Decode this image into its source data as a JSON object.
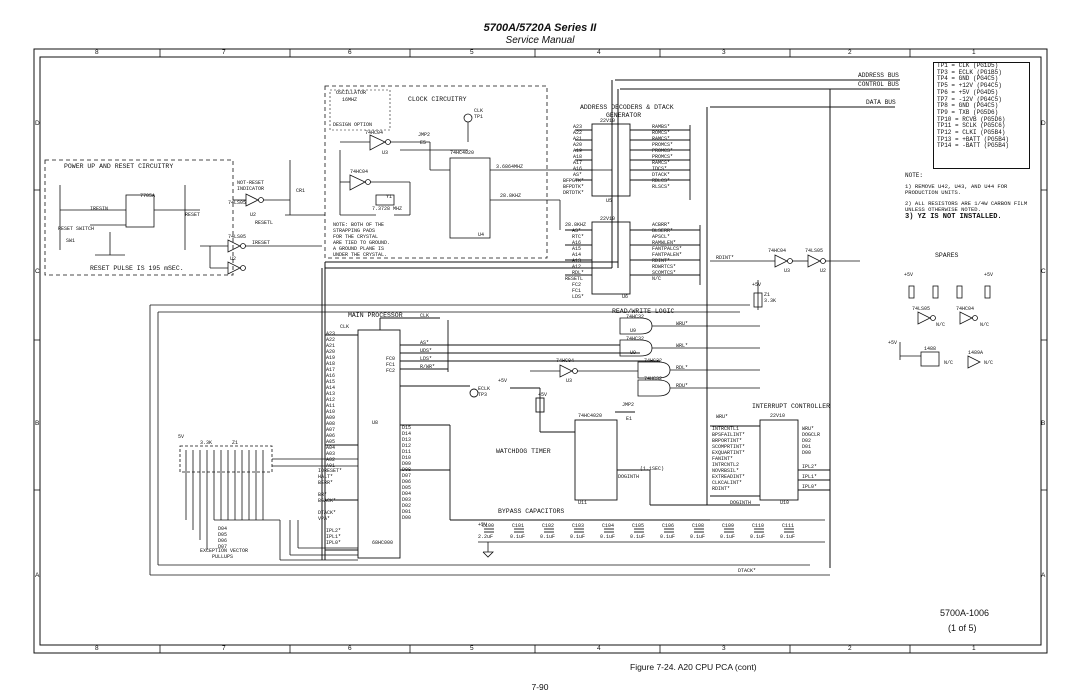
{
  "header": {
    "title": "5700A/5720A Series II",
    "subtitle": "Service Manual"
  },
  "footer": {
    "caption": "Figure 7-24. A20 CPU PCA (cont)",
    "page_number": "7-90",
    "doc_number": "5700A-1006",
    "sheet": "(1 of 5)"
  },
  "frame": {
    "top_columns": [
      "8",
      "7",
      "6",
      "5",
      "4",
      "3",
      "2",
      "1"
    ],
    "bottom_columns": [
      "8",
      "7",
      "6",
      "5",
      "4",
      "3",
      "2",
      "1"
    ],
    "left_rows": [
      "D",
      "C",
      "B",
      "A"
    ],
    "right_rows": [
      "D",
      "C",
      "B",
      "A"
    ]
  },
  "buses": {
    "address": "ADDRESS BUS",
    "control": "CONTROL BUS",
    "data": "DATA BUS"
  },
  "test_points": [
    "TP1 = CLK (PG1D5)",
    "TP3 = ECLK (PG1B5)",
    "TP4 = GND (PG4C5)",
    "TP5 = +12V (PG4C5)",
    "TP6 = +5V (PG4D5)",
    "TP7 = -12V (PG4C5)",
    "TP8 = GND (PG4C5)",
    "TP9 = TXB (PG5D6)",
    "TP10 = RCVB (PG5D6)",
    "TP11 = SCLK (PG5C6)",
    "TP12 = CLKI (PG5B4)",
    "TP13 = +BATT (PG5B4)",
    "TP14 = -BATT (PG5B4)"
  ],
  "notes": {
    "title": "NOTE:",
    "items": [
      "1) REMOVE U42, U43, AND U44 FOR PRODUCTION UNITS.",
      "2) ALL RESISTORS ARE 1/4W CARBON FILM UNLESS OTHERWISE NOTED.",
      "3) YZ IS NOT INSTALLED."
    ]
  },
  "blocks": {
    "power_up": "POWER UP AND RESET CIRCUITRY",
    "reset_pulse": "RESET PULSE IS 195 mSEC.",
    "oscillator": "OSCILLATOR",
    "osc_freq": "16MHZ",
    "design_option": "DESIGN OPTION",
    "clock": "CLOCK CIRCUITRY",
    "clock_note": [
      "NOTE: BOTH OF THE",
      "STRAPPING PADS",
      "FOR THE CRYSTAL",
      "ARE TIED TO GROUND.",
      "A GROUND PLANE IS",
      "UNDER THE CRYSTAL."
    ],
    "addr_decoders": "ADDRESS DECODERS & DTACK",
    "generator": "GENERATOR",
    "main_processor": "MAIN PROCESSOR",
    "rw_logic": "READ/WRITE LOGIC",
    "spares": "SPARES",
    "interrupt": "INTERRUPT CONTROLLER",
    "watchdog": "WATCHDOG TIMER",
    "bypass": "BYPASS CAPACITORS",
    "exception": [
      "EXCEPTION VECTOR",
      "PULLUPS"
    ],
    "watchdog_time": "(1.1SEC)"
  },
  "labels": {
    "reset_switch": "RESET SWITCH",
    "sw1": "SW1",
    "not_reset": [
      "NOT-RESET",
      "INDICATOR"
    ],
    "cr1": "CR1",
    "resetl": "RESETL",
    "reset": "RESET",
    "ireset": "IRESET",
    "iresin": "IRESIN",
    "crystal": "7.3728 MHZ",
    "y1": "Y1",
    "clk": "CLK",
    "tp1": "TP1",
    "eclk": "ECLK",
    "tp3": "TP3",
    "jmp2": "JMP2",
    "e5": "E5",
    "e1": "E1",
    "u6": "U6",
    "u5": "U5",
    "u4": "U4",
    "u8": "U8",
    "u10": "U10",
    "u11": "U11",
    "u2": "U2",
    "u3": "U3",
    "u9": "U9",
    "cpu": "68HC000",
    "ic_22v10": "22V10",
    "ic_74hc4020": "74HC4020",
    "ic_74hc04": "74HC04",
    "ic_74ls05": "74LS05",
    "ic_74hc32": "74HC32",
    "ic_7705a": "7705A",
    "ic_1488": "1488",
    "ic_1489a": "1489A",
    "freq_out": "3.6864MHZ",
    "freq_out2": "28.8KHZ",
    "nc": "N/C",
    "plus5": "+5V",
    "wdog": "DOGINTH",
    "dtack": "DTACK*",
    "wru": "WRU*",
    "wrl": "WRL*",
    "rdl": "RDL*",
    "rdu": "RDU*",
    "rdint": "RDINT*",
    "wru_in": "WRU*",
    "bypass_caps": [
      "C100",
      "C101",
      "C102",
      "C103",
      "C104",
      "C105",
      "C106",
      "C108",
      "C109",
      "C110",
      "C111"
    ],
    "bypass_vals": [
      "2.2uF",
      "0.1uF",
      "0.1uF",
      "0.1uF",
      "0.1uF",
      "0.1uF",
      "0.1uF",
      "0.1uF",
      "0.1uF",
      "0.1uF",
      "0.1uF"
    ],
    "decoder_pins_left": [
      "A23",
      "A22",
      "A21",
      "A20",
      "A19",
      "A18",
      "A17",
      "A16",
      "AS*",
      "BFPGTK*",
      "BFPDTK*",
      "DRTDTK*"
    ],
    "decoder_pins_right": [
      "RAMBS*",
      "ROMCS*",
      "RAMCS*",
      "PROMCS*",
      "PROMCS*",
      "PROMCS*",
      "RAMCS*",
      "IDCS*",
      "DTACK*",
      "RDLCS*",
      "RLSCS*"
    ],
    "decoder2_left": [
      "28.8KHZ",
      "AS*",
      "RTC*",
      "A16",
      "A15",
      "A14",
      "A13",
      "A12",
      "RDL*",
      "RESETL",
      "FC2",
      "FC1",
      "LDS*"
    ],
    "decoder2_right": [
      "ACBRR*",
      "BLSERR*",
      "APSCL*",
      "RAMWLEN*",
      "FANTPALCS*",
      "FANTPALEN*",
      "RDINT*",
      "RDWRTCS*",
      "SCOMTCS*",
      "N/C"
    ],
    "cpu_pins_left": [
      "A23",
      "A22",
      "A21",
      "A20",
      "A19",
      "A18",
      "A17",
      "A16",
      "A15",
      "A14",
      "A13",
      "A12",
      "A11",
      "A10",
      "A09",
      "A08",
      "A07",
      "A06",
      "A05",
      "A04",
      "A03",
      "A02",
      "A01"
    ],
    "cpu_pins_right": [
      "D15",
      "D14",
      "D13",
      "D12",
      "D11",
      "D10",
      "D09",
      "D08",
      "D07",
      "D06",
      "D05",
      "D04",
      "D03",
      "D02",
      "D01",
      "D00"
    ],
    "cpu_ctrl": [
      "AS*",
      "UDS*",
      "LDS*",
      "R/WR*"
    ],
    "cpu_fc": [
      "FC0",
      "FC1",
      "FC2"
    ],
    "cpu_irq": [
      "IPL2*",
      "IPL1*",
      "IPL0*"
    ],
    "cpu_misc": [
      "IORESET*",
      "HALT*",
      "BERR*",
      "BR*",
      "BGACK*",
      "DTACK*",
      "VPA*"
    ],
    "int_left": [
      "INTRCNTL1",
      "BPSFAILINT*",
      "BRPORTINT*",
      "SCOMPRTINT*",
      "EXQUARTINT*",
      "FANINT*",
      "INTRCNTL2",
      "NOVRBSIL*",
      "EXTREADINT*",
      "CLKCALINT*",
      "RDINT*"
    ],
    "int_right": [
      "WRU*",
      "DOGCLR",
      "D02",
      "D01",
      "D00",
      "IPL2*",
      "IPL1*",
      "IPL0*"
    ],
    "rp_label": [
      "5V",
      "3.3K",
      "Z1"
    ],
    "data_bits": [
      "D04",
      "D05",
      "D06",
      "D07"
    ]
  }
}
